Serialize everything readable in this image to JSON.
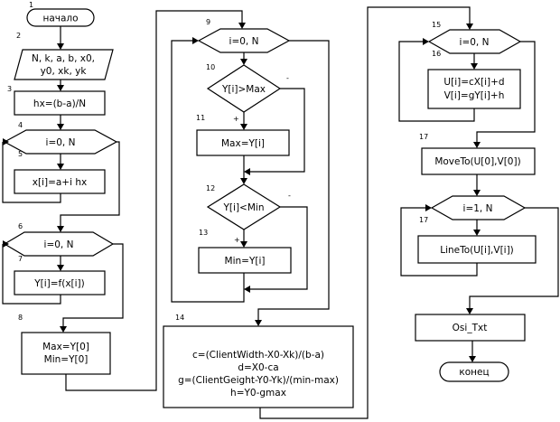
{
  "nodes": {
    "n1": {
      "num": "1",
      "lines": [
        "начало"
      ]
    },
    "n2": {
      "num": "2",
      "lines": [
        "N, k, a, b, x0,",
        "y0, xk, yk"
      ]
    },
    "n3": {
      "num": "3",
      "lines": [
        "hx=(b-a)/N"
      ]
    },
    "n4": {
      "num": "4",
      "lines": [
        "i=0, N"
      ]
    },
    "n5": {
      "num": "5",
      "lines": [
        "x[i]=a+i hx"
      ]
    },
    "n6": {
      "num": "6",
      "lines": [
        "i=0, N"
      ]
    },
    "n7": {
      "num": "7",
      "lines": [
        "Y[i]=f(x[i])"
      ]
    },
    "n8": {
      "num": "8",
      "lines": [
        "Max=Y[0]",
        "Min=Y[0]"
      ]
    },
    "n9": {
      "num": "9",
      "lines": [
        "i=0, N"
      ]
    },
    "n10": {
      "num": "10",
      "lines": [
        "Y[i]>Max"
      ]
    },
    "n11": {
      "num": "11",
      "lines": [
        "Max=Y[i]"
      ]
    },
    "n12": {
      "num": "12",
      "lines": [
        "Y[i]<Min"
      ]
    },
    "n13": {
      "num": "13",
      "lines": [
        "Min=Y[i]"
      ]
    },
    "n14": {
      "num": "14",
      "lines": [
        "c=(ClientWidth-X0-Xk)/(b-a)",
        "d=X0-ca",
        "g=(ClientGeight-Y0-Yk)/(min-max)",
        "h=Y0-gmax"
      ]
    },
    "n15": {
      "num": "15",
      "lines": [
        "i=0, N"
      ]
    },
    "n16": {
      "num": "16",
      "lines": [
        "U[i]=cX[i]+d",
        "V[i]=gY[i]+h"
      ]
    },
    "n17a": {
      "num": "17",
      "lines": [
        "MoveTo(U[0],V[0])"
      ]
    },
    "n17b": {
      "num": "",
      "lines": [
        "i=1, N"
      ]
    },
    "n17c": {
      "num": "17",
      "lines": [
        "LineTo(U[i],V[i])"
      ]
    },
    "n18": {
      "num": "",
      "lines": [
        "Osi_Txt"
      ]
    },
    "n19": {
      "num": "",
      "lines": [
        "конец"
      ]
    }
  },
  "edge_labels": {
    "n10_yes": "+",
    "n10_no": "-",
    "n12_yes": "+",
    "n12_no": "-"
  }
}
